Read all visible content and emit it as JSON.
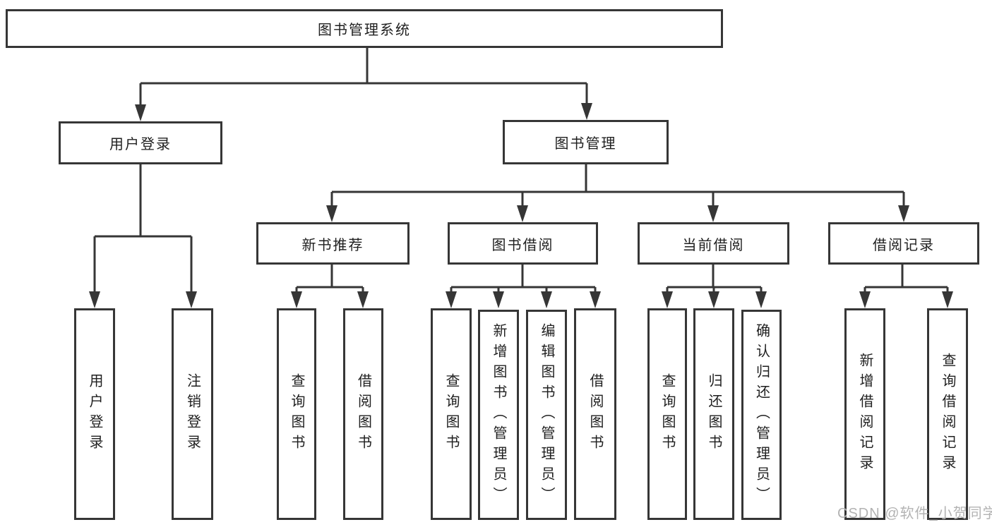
{
  "tree": {
    "label": "图书管理系统",
    "children": [
      {
        "label": "用户登录",
        "children": [
          {
            "label": "用户登录"
          },
          {
            "label": "注销登录"
          }
        ]
      },
      {
        "label": "图书管理",
        "children": [
          {
            "label": "新书推荐",
            "children": [
              {
                "label": "查询图书"
              },
              {
                "label": "借阅图书"
              }
            ]
          },
          {
            "label": "图书借阅",
            "children": [
              {
                "label": "查询图书"
              },
              {
                "label": "新增图书（管理员）"
              },
              {
                "label": "编辑图书（管理员）"
              },
              {
                "label": "借阅图书"
              }
            ]
          },
          {
            "label": "当前借阅",
            "children": [
              {
                "label": "查询图书"
              },
              {
                "label": "归还图书"
              },
              {
                "label": "确认归还（管理员）"
              }
            ]
          },
          {
            "label": "借阅记录",
            "children": [
              {
                "label": "新增借阅记录"
              },
              {
                "label": "查询借阅记录"
              }
            ]
          }
        ]
      }
    ]
  },
  "watermark": {
    "text": "CSDN @软件_小贺同学"
  },
  "colors": {
    "line": "#363636",
    "text": "#1f1f1f",
    "watermark": "#b3b3b3",
    "background": "#ffffff"
  }
}
